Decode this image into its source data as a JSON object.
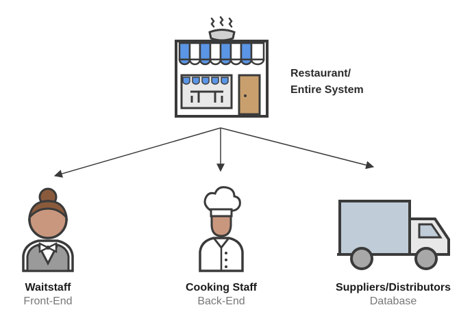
{
  "root": {
    "label_line1": "Restaurant/",
    "label_line2": "Entire System",
    "icon": "storefront-icon"
  },
  "children": [
    {
      "title": "Waitstaff",
      "subtitle": "Front-End",
      "icon": "waitress-icon"
    },
    {
      "title": "Cooking Staff",
      "subtitle": "Back-End",
      "icon": "chef-icon"
    },
    {
      "title": "Suppliers/Distributors",
      "subtitle": "Database",
      "icon": "delivery-truck-icon"
    }
  ],
  "colors": {
    "outline": "#3a3a3a",
    "awning_blue": "#5b95e5",
    "door": "#c9a06d",
    "window": "#e8e8e8",
    "skin": "#c9977e",
    "hair": "#8a5a3c",
    "vest": "#9a9a9a",
    "truck_cargo": "#c0ccd8",
    "truck_cab": "#e8e8e8",
    "wheel": "#a8a8a8",
    "subtitle": "#777777"
  }
}
